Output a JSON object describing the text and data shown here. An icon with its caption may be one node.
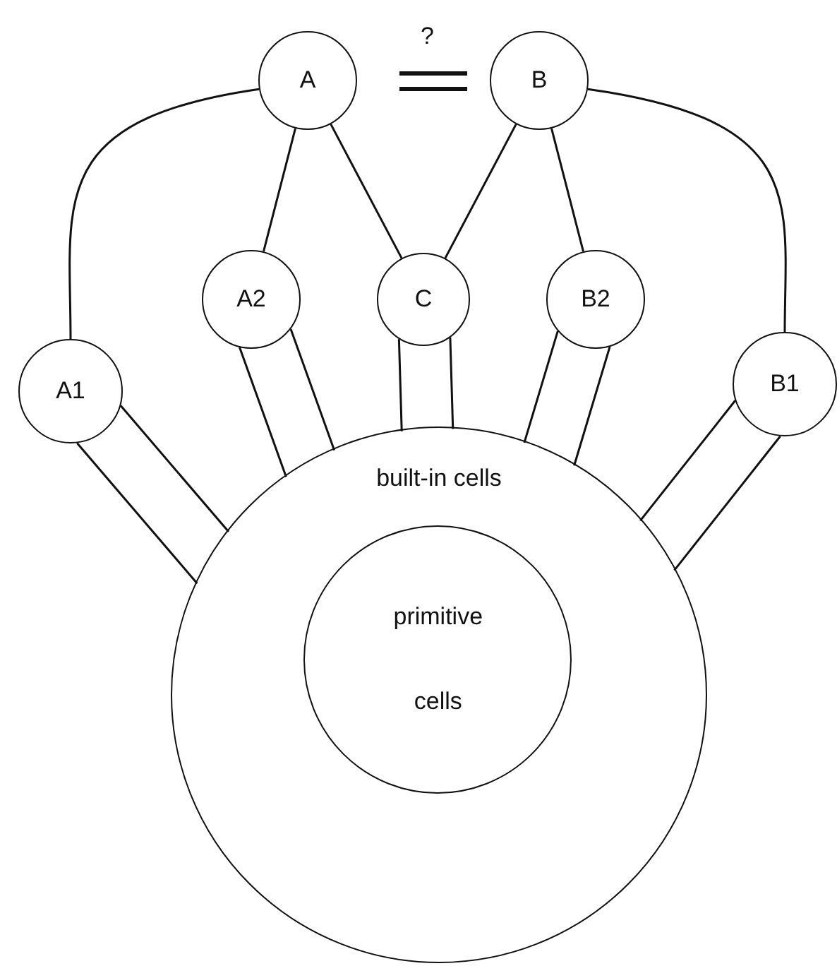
{
  "diagram": {
    "nodes": [
      {
        "text": [
          "A"
        ]
      },
      {
        "text": [
          "B"
        ]
      },
      {
        "text": [
          "A2"
        ]
      },
      {
        "text": [
          "C"
        ]
      },
      {
        "text": [
          "B2"
        ]
      },
      {
        "text": [
          "A1"
        ]
      },
      {
        "text": [
          "B1"
        ]
      },
      {
        "text": [
          "built-in cells"
        ]
      },
      {
        "text": [
          "primitive cells"
        ],
        "in": 7
      }
    ],
    "edges": [
      {
        "from": 0,
        "to": 5,
        "arrow": "none"
      },
      {
        "from": 0,
        "to": 2,
        "arrow": "none"
      },
      {
        "from": 0,
        "to": 3,
        "arrow": "none"
      },
      {
        "from": 1,
        "to": 3,
        "arrow": "none"
      },
      {
        "from": 1,
        "to": 4,
        "arrow": "none"
      },
      {
        "from": 1,
        "to": 6,
        "arrow": "none"
      },
      {
        "from": 5,
        "to": 7,
        "arrow": "none"
      },
      {
        "from": 2,
        "to": 7,
        "arrow": "none"
      },
      {
        "from": 3,
        "to": 7,
        "arrow": "none"
      },
      {
        "from": 4,
        "to": 7,
        "arrow": "none"
      },
      {
        "from": 6,
        "to": 7,
        "arrow": "none"
      }
    ],
    "labels": [
      "?"
    ]
  }
}
